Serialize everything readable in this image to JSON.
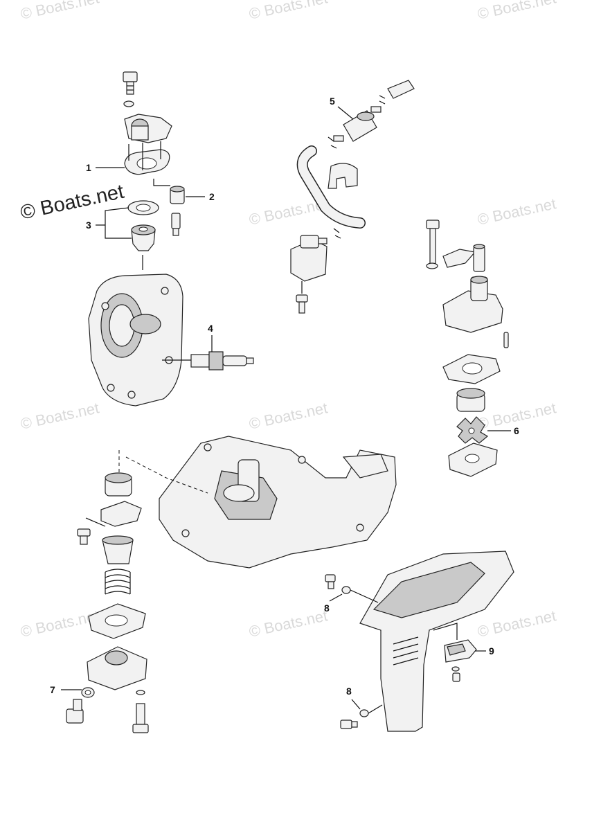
{
  "watermarks": {
    "text": "© Boats.net",
    "main_text": "© Boats.net"
  },
  "callouts": [
    {
      "id": "1",
      "label": "1"
    },
    {
      "id": "2",
      "label": "2"
    },
    {
      "id": "3",
      "label": "3"
    },
    {
      "id": "4",
      "label": "4"
    },
    {
      "id": "5",
      "label": "5"
    },
    {
      "id": "6",
      "label": "6"
    },
    {
      "id": "7",
      "label": "7"
    },
    {
      "id": "8a",
      "label": "8"
    },
    {
      "id": "8b",
      "label": "8"
    },
    {
      "id": "9",
      "label": "9"
    }
  ]
}
